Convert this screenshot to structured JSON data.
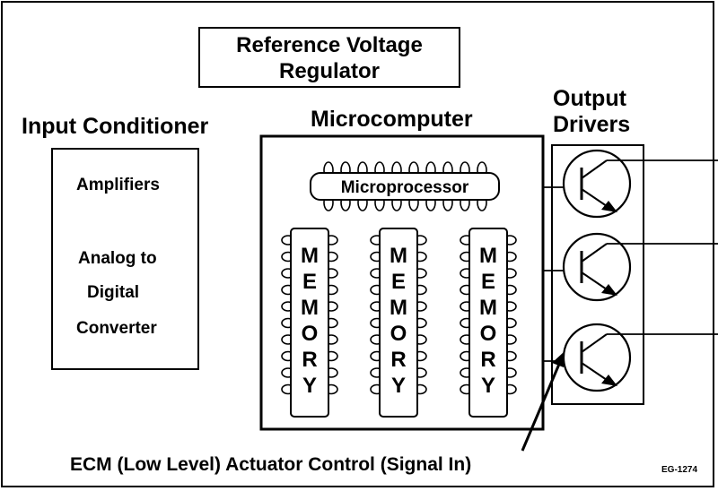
{
  "reference_regulator": {
    "line1": "Reference Voltage",
    "line2": "Regulator"
  },
  "input_conditioner": {
    "title": "Input Conditioner",
    "amplifiers": "Amplifiers",
    "analog_to": "Analog to",
    "digital": "Digital",
    "converter": "Converter"
  },
  "microcomputer": {
    "title": "Microcomputer",
    "microprocessor": "Microprocessor",
    "memory_letters": [
      "M",
      "E",
      "M",
      "O",
      "R",
      "Y"
    ]
  },
  "output_drivers": {
    "line1": "Output",
    "line2": "Drivers"
  },
  "ecm_label": "ECM (Low Level) Actuator Control (Signal In)",
  "figure_code": "EG-1274"
}
